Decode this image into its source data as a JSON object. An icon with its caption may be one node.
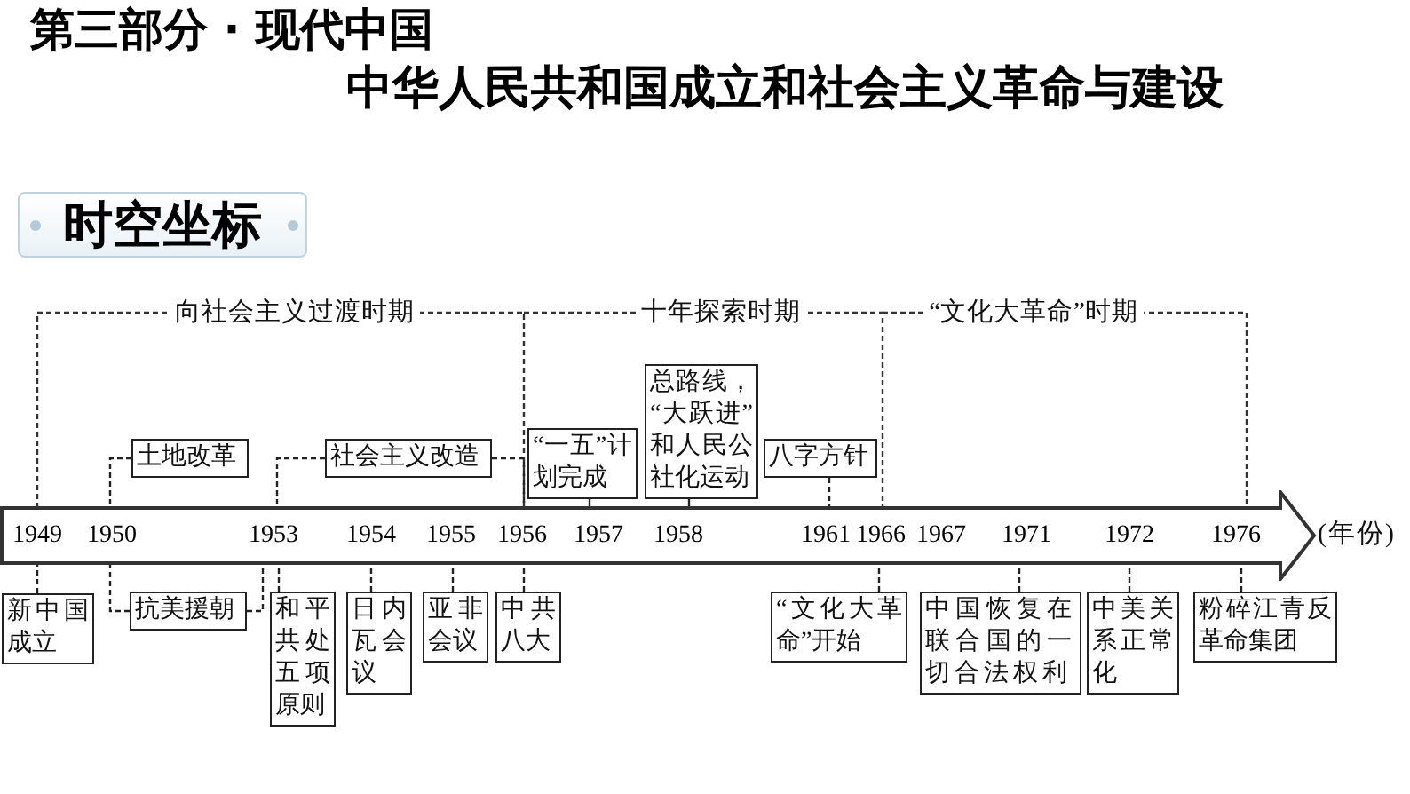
{
  "diagram": {
    "title": "中华人民共和国成立和社会主义革命与建设",
    "nodes": [
      {
        "text": [
          "时空坐标"
        ]
      },
      {
        "text": [
          "土地改革"
        ]
      },
      {
        "text": [
          "社会主义改造"
        ]
      },
      {
        "text": [
          "“一五”计划完成"
        ]
      },
      {
        "text": [
          "总路线，“大跃进”和人民公社化运动"
        ]
      },
      {
        "text": [
          "八字方针"
        ]
      },
      {
        "text": [],
        "shape": "arrow",
        "beside": [
          "(年份)"
        ]
      },
      {
        "text": [
          "1949"
        ],
        "in": 6
      },
      {
        "text": [
          "1950"
        ],
        "in": 6
      },
      {
        "text": [
          "1953"
        ],
        "in": 6
      },
      {
        "text": [
          "1954"
        ],
        "in": 6
      },
      {
        "text": [
          "1955"
        ],
        "in": 6
      },
      {
        "text": [
          "1956"
        ],
        "in": 6
      },
      {
        "text": [
          "1957"
        ],
        "in": 6
      },
      {
        "text": [
          "1958"
        ],
        "in": 6
      },
      {
        "text": [
          "1961"
        ],
        "in": 6
      },
      {
        "text": [
          "1966"
        ],
        "in": 6
      },
      {
        "text": [
          "1967"
        ],
        "in": 6
      },
      {
        "text": [
          "1971"
        ],
        "in": 6
      },
      {
        "text": [
          "1972"
        ],
        "in": 6
      },
      {
        "text": [
          "1976"
        ],
        "in": 6
      },
      {
        "text": [
          "新中国成立"
        ]
      },
      {
        "text": [
          "抗美援朝"
        ]
      },
      {
        "text": [
          "和平共处五项原则"
        ]
      },
      {
        "text": [
          "日内瓦会议"
        ]
      },
      {
        "text": [
          "亚非会议"
        ]
      },
      {
        "text": [
          "中共八大"
        ]
      },
      {
        "text": [
          "“文化大革命”开始"
        ]
      },
      {
        "text": [
          "中国恢复在联合国的一切合法权利"
        ]
      },
      {
        "text": [
          "中美关系正常化"
        ]
      },
      {
        "text": [
          "粉碎江青反革命集团"
        ]
      }
    ],
    "edges": [
      {
        "from": 1,
        "to": 8,
        "arrow": "none",
        "style": "dashed"
      },
      {
        "from": 2,
        "to": 9,
        "arrow": "none",
        "style": "dashed"
      },
      {
        "from": 2,
        "to": 12,
        "arrow": "none",
        "style": "dashed"
      },
      {
        "from": 3,
        "to": 13,
        "arrow": "none"
      },
      {
        "from": 4,
        "to": 14,
        "arrow": "none"
      },
      {
        "from": 5,
        "to": 15,
        "arrow": "none",
        "style": "dashed"
      },
      {
        "from": 21,
        "to": 7,
        "arrow": "none",
        "style": "dashed"
      },
      {
        "from": 22,
        "to": 8,
        "arrow": "none",
        "style": "dashed"
      },
      {
        "from": 22,
        "to": 9,
        "arrow": "none",
        "style": "dashed"
      },
      {
        "from": 23,
        "to": 9,
        "arrow": "none",
        "style": "dashed"
      },
      {
        "from": 24,
        "to": 10,
        "arrow": "none",
        "style": "dashed"
      },
      {
        "from": 25,
        "to": 11,
        "arrow": "none",
        "style": "dashed"
      },
      {
        "from": 26,
        "to": 12,
        "arrow": "none",
        "style": "dashed"
      },
      {
        "from": 27,
        "to": 16,
        "arrow": "none",
        "style": "dashed"
      },
      {
        "from": 28,
        "to": 18,
        "arrow": "none",
        "style": "dashed"
      },
      {
        "from": 29,
        "to": 19,
        "arrow": "none",
        "style": "dashed"
      },
      {
        "from": 30,
        "to": 20,
        "arrow": "none",
        "style": "dashed"
      }
    ],
    "labels": [
      "第三部分 · 现代中国",
      "向社会主义过渡时期",
      "十年探索时期",
      "“文化大革命”时期"
    ]
  }
}
